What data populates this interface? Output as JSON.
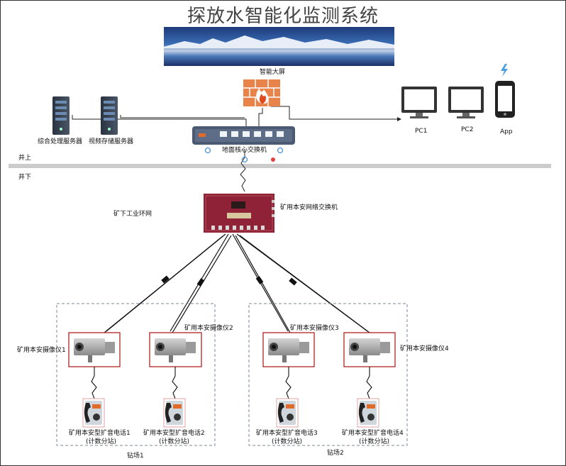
{
  "title": "探放水智能化监测系统",
  "labels": {
    "smart_screen": "智能大屏",
    "server1": "综合处理服务器",
    "server2": "视频存储服务器",
    "core_switch": "地面核心交换机",
    "pc1": "PC1",
    "pc2": "PC2",
    "app": "App",
    "above_ground": "井上",
    "below_ground": "井下",
    "ring_network": "矿下工业环网",
    "mine_switch": "矿用本安网络交换机",
    "camera1": "矿用本安摄像仪1",
    "camera2": "矿用本安摄像仪2",
    "camera3": "矿用本安摄像仪3",
    "camera4": "矿用本安摄像仪4",
    "phone1_line1": "矿用本安型扩音电话1",
    "phone2_line1": "矿用本安型扩音电话2",
    "phone3_line1": "矿用本安型扩音电话3",
    "phone4_line1": "矿用本安型扩音电话4",
    "phone_line2": "(计数分站)",
    "site1": "钻场1",
    "site2": "钻场2"
  },
  "colors": {
    "firewall": "#e8834a",
    "switch_body": "#4b5a72",
    "mine_switch_body": "#8f2236",
    "camera_border": "#b22222",
    "divider": "#cccccc"
  }
}
